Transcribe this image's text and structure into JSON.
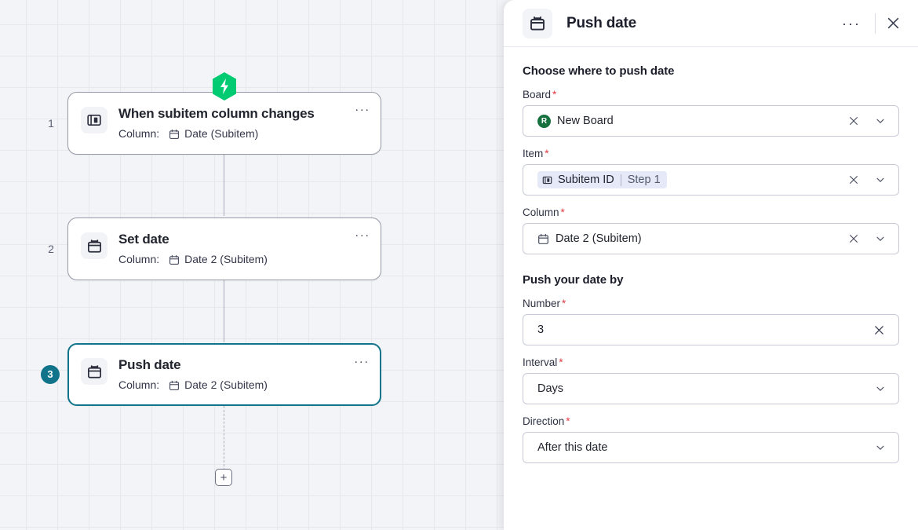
{
  "canvas": {
    "nodes": [
      {
        "step": "1",
        "title": "When subitem column changes",
        "sub_label": "Column:",
        "sub_value": "Date (Subitem)",
        "icon": "board-column-icon",
        "badge": "lightning-bolt-badge",
        "selected": false,
        "menu": "···"
      },
      {
        "step": "2",
        "title": "Set date",
        "sub_label": "Column:",
        "sub_value": "Date 2 (Subitem)",
        "icon": "calendar-icon",
        "selected": false,
        "menu": "···"
      },
      {
        "step": "3",
        "title": "Push date",
        "sub_label": "Column:",
        "sub_value": "Date 2 (Subitem)",
        "icon": "push-date-calendar-icon",
        "selected": true,
        "menu": "···"
      }
    ],
    "add_step_label": "+",
    "selected_color": "#11748a",
    "trigger_color": "#00ca72",
    "grid_color": "#e6e8ee",
    "background": "#f3f4f7"
  },
  "panel": {
    "title": "Push date",
    "header_icon": "push-date-calendar-icon",
    "more_menu": "···",
    "close": "✕",
    "sections": [
      {
        "heading": "Choose where to push date"
      },
      {
        "heading": "Push your date by"
      }
    ],
    "fields": {
      "board": {
        "label": "Board",
        "required": "*",
        "value": "New Board",
        "avatar_initial": "R",
        "avatar_color": "#17713f",
        "clear": "✕",
        "chevron": "chevron-down-icon"
      },
      "item": {
        "label": "Item",
        "required": "*",
        "token_text": "Subitem ID",
        "token_step": "Step 1",
        "token_icon": "board-column-icon",
        "clear": "✕",
        "chevron": "chevron-down-icon"
      },
      "column": {
        "label": "Column",
        "required": "*",
        "value": "Date 2 (Subitem)",
        "icon": "calendar-icon",
        "clear": "✕",
        "chevron": "chevron-down-icon"
      },
      "number": {
        "label": "Number",
        "required": "*",
        "value": "3",
        "clear": "✕"
      },
      "interval": {
        "label": "Interval",
        "required": "*",
        "value": "Days",
        "chevron": "chevron-down-icon"
      },
      "direction": {
        "label": "Direction",
        "required": "*",
        "value": "After this date",
        "chevron": "chevron-down-icon"
      }
    }
  }
}
